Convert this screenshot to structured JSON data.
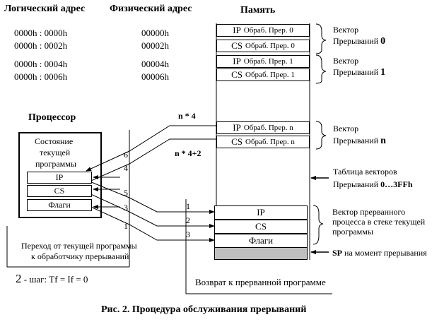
{
  "headers": {
    "logical": "Логический адрес",
    "physical": "Физический адрес",
    "memory": "Память"
  },
  "addresses": [
    {
      "logical": "0000h : 0000h",
      "physical": "00000h"
    },
    {
      "logical": "0000h : 0002h",
      "physical": "00002h"
    },
    {
      "logical": "0000h : 0004h",
      "physical": "00004h"
    },
    {
      "logical": "0000h : 0006h",
      "physical": "00006h"
    }
  ],
  "memory_cells": [
    {
      "reg": "IP",
      "text": "Обраб. Прер. 0"
    },
    {
      "reg": "CS",
      "text": "Обраб. Прер. 0"
    },
    {
      "reg": "IP",
      "text": "Обраб. Прер. 1"
    },
    {
      "reg": "CS",
      "text": "Обраб. Прер. 1"
    },
    {
      "reg": "IP",
      "text": "Обраб. Прер. n"
    },
    {
      "reg": "CS",
      "text": "Обраб. Прер. n"
    }
  ],
  "vectors": [
    {
      "line1": "Вектор",
      "line2": "Прерываний",
      "num": "0"
    },
    {
      "line1": "Вектор",
      "line2": "Прерываний",
      "num": "1"
    },
    {
      "line1": "Вектор",
      "line2": "Прерываний",
      "num": "n"
    }
  ],
  "offsets": {
    "n4": "n * 4",
    "n42": "n * 4+2"
  },
  "table_label": {
    "line1": "Таблица векторов",
    "line2_prefix": "Прерываний",
    "line2_bold": "0…3FFh"
  },
  "processor": {
    "title": "Процессор",
    "state": [
      "Состояние",
      "текущей",
      "программы"
    ],
    "regs": [
      "IP",
      "CS",
      "Флаги"
    ]
  },
  "stack_cells": [
    "IP",
    "CS",
    "Флаги"
  ],
  "stack_label": [
    "Вектор прерванного",
    "процесса в стеке текущей",
    "программы"
  ],
  "sp_label": {
    "bold": "SP",
    "rest": "на момент прерывания"
  },
  "step_numbers": {
    "left": [
      "6",
      "4",
      "5",
      "3",
      "1"
    ],
    "right": [
      "1",
      "2",
      "3"
    ]
  },
  "transfer_label": [
    "Переход от текущей программы",
    "к обработчику прерываний"
  ],
  "step2": {
    "num": "2",
    "text": "- шаг: Tf = If = 0"
  },
  "return_label": "Возврат к прерванной программе",
  "caption": "Рис. 2. Процедура обслуживания прерываний"
}
